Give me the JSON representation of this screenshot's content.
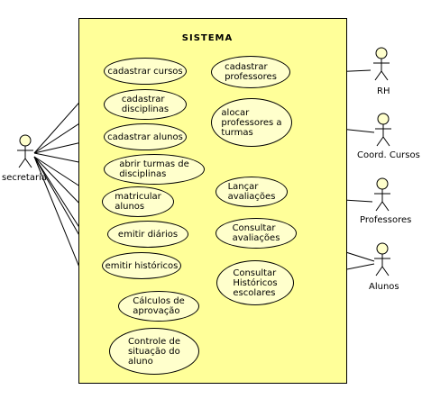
{
  "system": {
    "title": "SISTEMA"
  },
  "actors": {
    "secretaria": "secretaria",
    "rh": "RH",
    "coord_cursos": "Coord. Cursos",
    "professores": "Professores",
    "alunos": "Alunos"
  },
  "use_cases": {
    "cadastrar_cursos": "cadastrar cursos",
    "cadastrar_disciplinas": "cadastrar\ndisciplinas",
    "cadastrar_alunos": "cadastrar alunos",
    "abrir_turmas": "abrir turmas de\ndisciplinas",
    "matricular_alunos": "matricular\nalunos",
    "emitir_diarios": "emitir diários",
    "emitir_historicos": "emitir históricos",
    "calculos_aprovacao": "Cálculos de\naprovação",
    "controle_situacao": "Controle de\nsituação do\naluno",
    "cadastrar_professores": "cadastrar\nprofessores",
    "alocar_professores": "alocar\nprofessores a\nturmas",
    "lancar_avaliacoes": "Lançar\navaliações",
    "consultar_avaliacoes": "Consultar\navaliações",
    "consultar_historicos": "Consultar\nHistóricos\nescolares"
  },
  "colors": {
    "system_fill": "#ffff99",
    "use_case_fill": "#ffffcc",
    "line": "#000000"
  }
}
